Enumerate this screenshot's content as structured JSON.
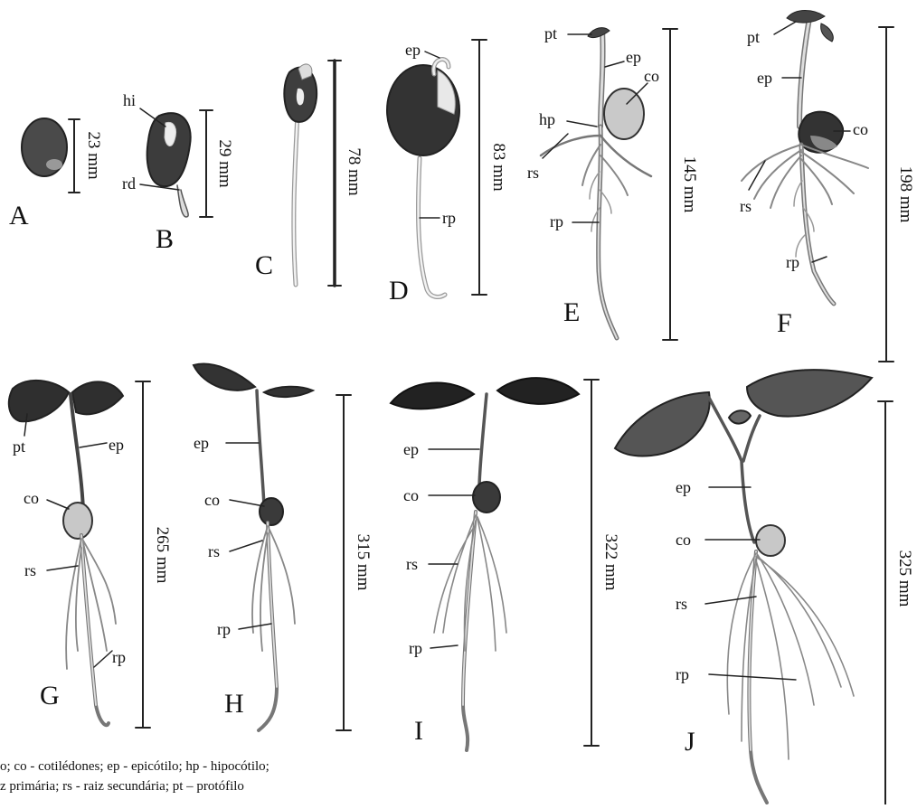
{
  "figure": {
    "panels": [
      {
        "letter": "A",
        "measure": "23 mm",
        "labels": []
      },
      {
        "letter": "B",
        "measure": "29 mm",
        "labels": [
          "hi",
          "rd"
        ]
      },
      {
        "letter": "C",
        "measure": "78 mm",
        "labels": []
      },
      {
        "letter": "D",
        "measure": "83 mm",
        "labels": [
          "ep",
          "rp"
        ]
      },
      {
        "letter": "E",
        "measure": "145 mm",
        "labels": [
          "pt",
          "ep",
          "co",
          "hp",
          "rs",
          "rp"
        ]
      },
      {
        "letter": "F",
        "measure": "198 mm",
        "labels": [
          "pt",
          "ep",
          "co",
          "rs",
          "rp"
        ]
      },
      {
        "letter": "G",
        "measure": "265 mm",
        "labels": [
          "pt",
          "ep",
          "co",
          "rs",
          "rp"
        ]
      },
      {
        "letter": "H",
        "measure": "315 mm",
        "labels": [
          "ep",
          "co",
          "rs",
          "rp"
        ]
      },
      {
        "letter": "I",
        "measure": "322 mm",
        "labels": [
          "ep",
          "co",
          "rs",
          "rp"
        ]
      },
      {
        "letter": "J",
        "measure": "325 mm",
        "labels": [
          "ep",
          "co",
          "rs",
          "rp"
        ]
      }
    ]
  },
  "caption": {
    "line1": "o; co - cotilédones; ep - epicótilo; hp - hipocótilo;",
    "line2": "z primária; rs - raiz secundária; pt – protófilo"
  }
}
